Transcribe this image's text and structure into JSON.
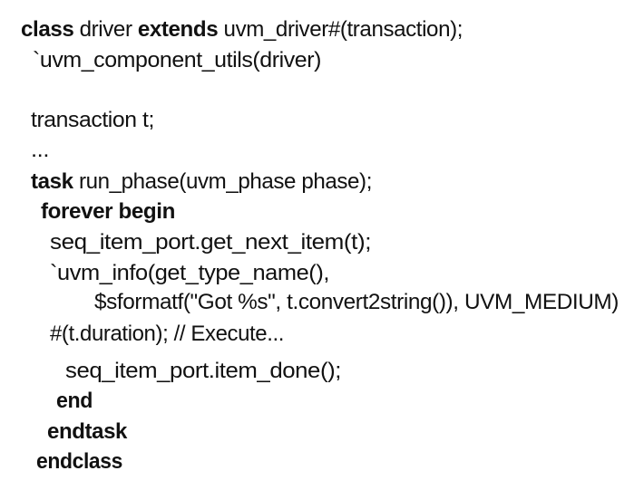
{
  "code": {
    "lines": [
      [
        {
          "t": "class",
          "b": true
        },
        {
          "t": " driver ",
          "b": false
        },
        {
          "t": "extends",
          "b": true
        },
        {
          "t": " uvm_driver#(transaction);",
          "b": false
        }
      ],
      [
        {
          "t": "`uvm_component_utils(driver)",
          "b": false
        }
      ],
      [],
      [
        {
          "t": "transaction t;",
          "b": false
        }
      ],
      [
        {
          "t": "...",
          "b": false
        }
      ],
      [
        {
          "t": "task",
          "b": true
        },
        {
          "t": " run_phase(uvm_phase phase);",
          "b": false
        }
      ],
      [
        {
          "t": "forever begin",
          "b": true
        }
      ],
      [
        {
          "t": "seq_item_port.get_next_item(t);",
          "b": false
        }
      ],
      [
        {
          "t": "`uvm_info(get_type_name(),",
          "b": false
        }
      ],
      [
        {
          "t": "$sformatf(\"Got %s\", t.convert2string()), UVM_MEDIUM)",
          "b": false
        }
      ],
      [
        {
          "t": "#(t.duration); // Execute...",
          "b": false
        }
      ],
      [
        {
          "t": "seq_item_port.item_done();",
          "b": false
        }
      ],
      [
        {
          "t": "end",
          "b": true
        }
      ],
      [
        {
          "t": "endtask",
          "b": true
        }
      ],
      [
        {
          "t": "endclass",
          "b": true
        }
      ]
    ]
  }
}
